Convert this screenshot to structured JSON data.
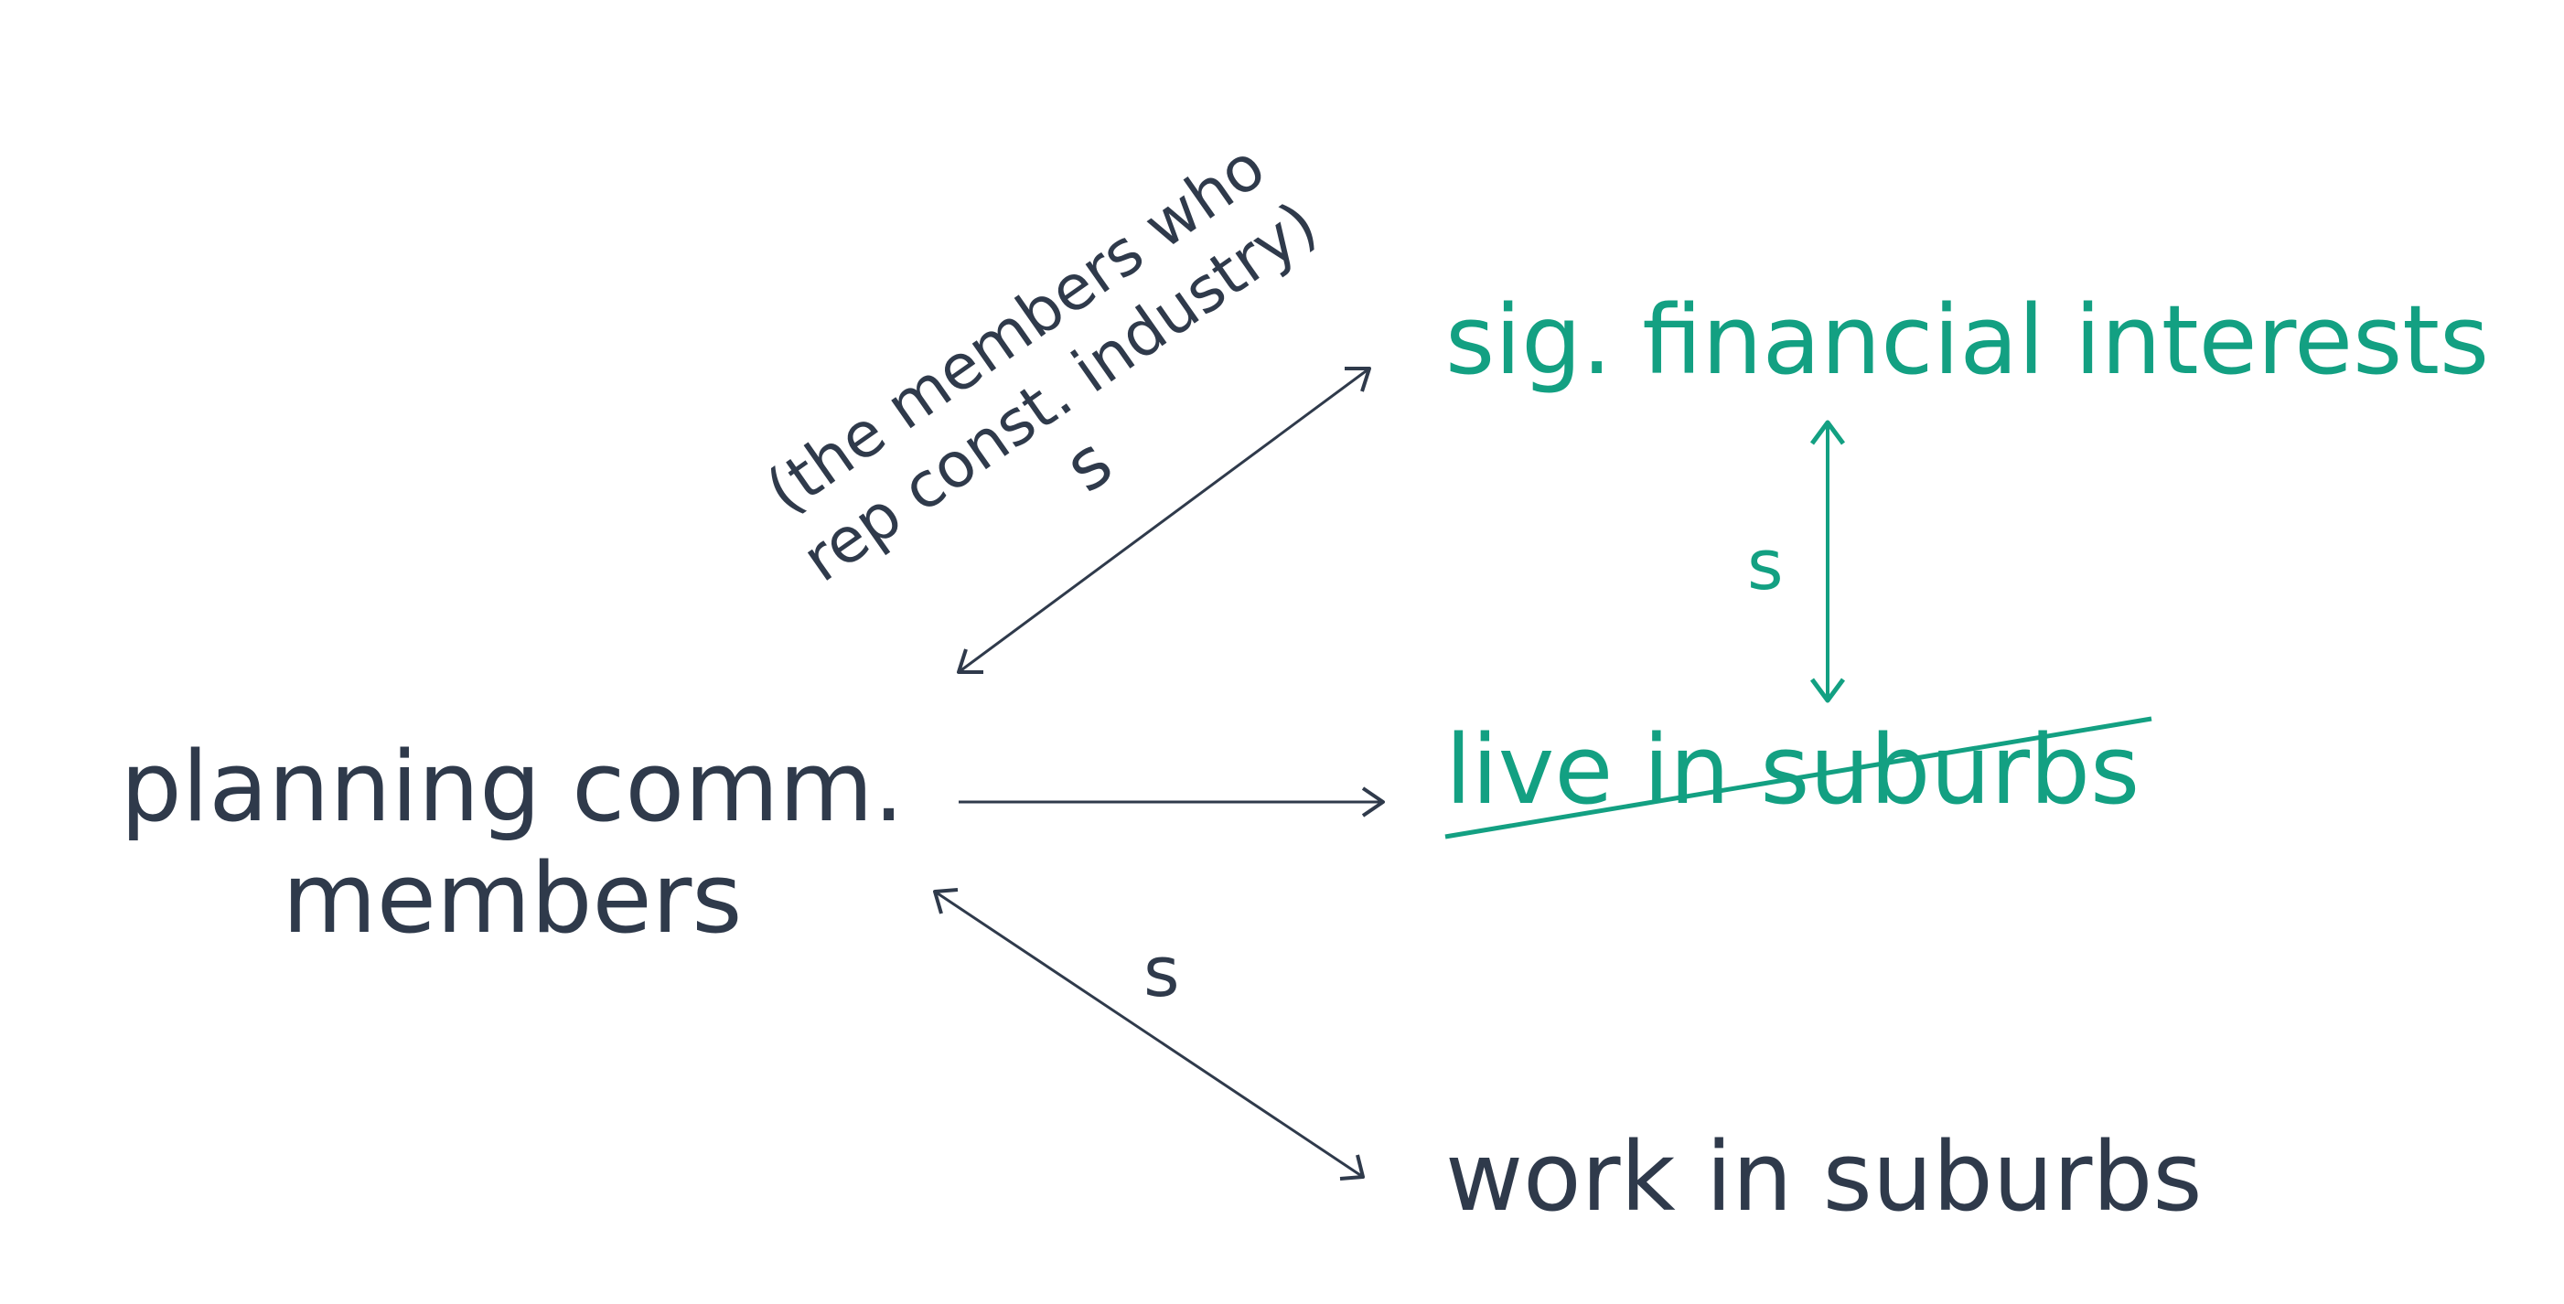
{
  "nodes": {
    "planning_line1": "planning comm.",
    "planning_line2": "members",
    "financial": "sig. financial interests",
    "live": "live in suburbs",
    "work": "work in suburbs"
  },
  "annotation": {
    "line1": "(the members who",
    "line2": "rep const. industry)"
  },
  "edge_labels": {
    "top": "s",
    "middle": "s",
    "bottom": "s"
  },
  "colors": {
    "dark": "#2f3a4b",
    "green": "#13a082"
  },
  "crossed_out": [
    "live in suburbs"
  ]
}
